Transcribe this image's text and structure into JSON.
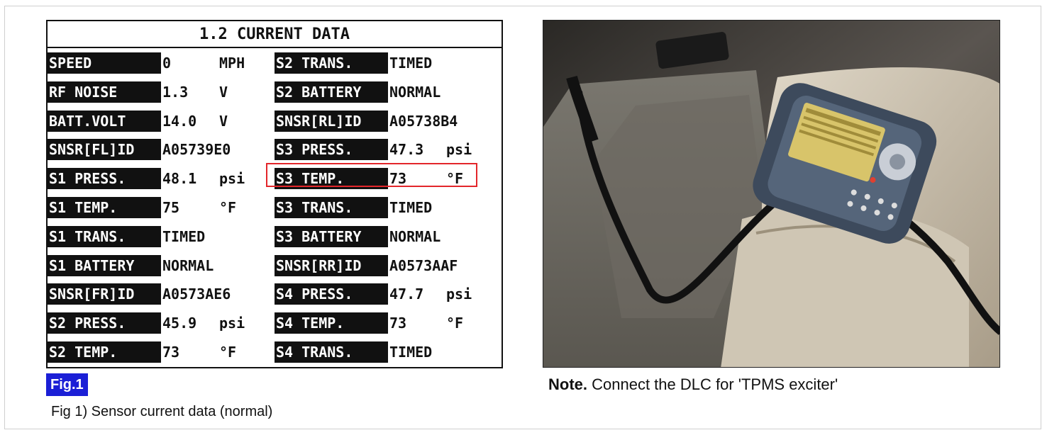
{
  "scan": {
    "title": "1.2 CURRENT DATA",
    "rows": [
      {
        "l1": "SPEED",
        "v1": "0",
        "u1": "MPH",
        "l2": "S2 TRANS.",
        "v2": "TIMED",
        "u2": ""
      },
      {
        "l1": "RF NOISE",
        "v1": "1.3",
        "u1": "V",
        "l2": "S2 BATTERY",
        "v2": "NORMAL",
        "u2": ""
      },
      {
        "l1": "BATT.VOLT",
        "v1": "14.0",
        "u1": "V",
        "l2": "SNSR[RL]ID",
        "v2": "A05738B4",
        "u2": ""
      },
      {
        "l1": "SNSR[FL]ID",
        "v1": "A05739E0",
        "u1": "",
        "l2": "S3 PRESS.",
        "v2": "47.3",
        "u2": "psi"
      },
      {
        "l1": "S1 PRESS.",
        "v1": "48.1",
        "u1": "psi",
        "l2": "S3 TEMP.",
        "v2": "73",
        "u2": "°F"
      },
      {
        "l1": "S1 TEMP.",
        "v1": "75",
        "u1": "°F",
        "l2": "S3 TRANS.",
        "v2": "TIMED",
        "u2": ""
      },
      {
        "l1": "S1 TRANS.",
        "v1": "TIMED",
        "u1": "",
        "l2": "S3 BATTERY",
        "v2": "NORMAL",
        "u2": ""
      },
      {
        "l1": "S1 BATTERY",
        "v1": "NORMAL",
        "u1": "",
        "l2": "SNSR[RR]ID",
        "v2": "A0573AAF",
        "u2": ""
      },
      {
        "l1": "SNSR[FR]ID",
        "v1": "A0573AE6",
        "u1": "",
        "l2": "S4 PRESS.",
        "v2": "47.7",
        "u2": "psi"
      },
      {
        "l1": "S2 PRESS.",
        "v1": "45.9",
        "u1": "psi",
        "l2": "S4 TEMP.",
        "v2": "73",
        "u2": "°F"
      },
      {
        "l1": "S2 TEMP.",
        "v1": "73",
        "u1": "°F",
        "l2": "S4 TRANS.",
        "v2": "TIMED",
        "u2": ""
      }
    ],
    "highlight_color": "#e3262b"
  },
  "figure": {
    "badge": "Fig.1",
    "badge_color": "#1b1fd6",
    "caption": "Fig 1) Sensor current data (normal)"
  },
  "note": {
    "label": "Note.",
    "text": " Connect the DLC for 'TPMS exciter'"
  }
}
